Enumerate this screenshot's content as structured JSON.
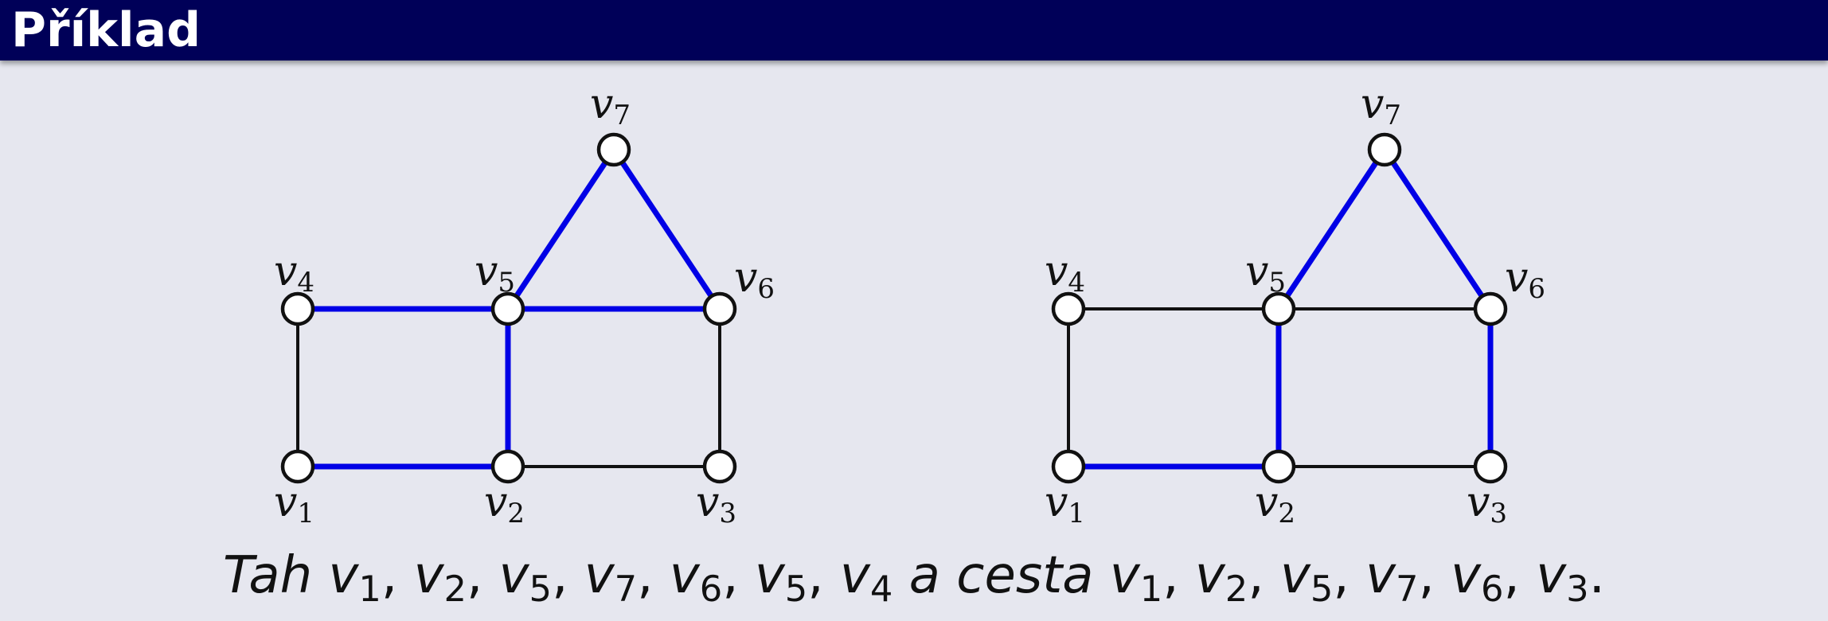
{
  "title": "Příklad",
  "colors": {
    "header_bg": "#000058",
    "background": "#e6e7ef",
    "highlight_edge": "#0000e6",
    "normal_edge": "#111111",
    "node_fill": "#ffffff"
  },
  "vertices": [
    {
      "id": "v1",
      "label": "v",
      "sub": "1"
    },
    {
      "id": "v2",
      "label": "v",
      "sub": "2"
    },
    {
      "id": "v3",
      "label": "v",
      "sub": "3"
    },
    {
      "id": "v4",
      "label": "v",
      "sub": "4"
    },
    {
      "id": "v5",
      "label": "v",
      "sub": "5"
    },
    {
      "id": "v6",
      "label": "v",
      "sub": "6"
    },
    {
      "id": "v7",
      "label": "v",
      "sub": "7"
    }
  ],
  "edges": [
    [
      "v1",
      "v2"
    ],
    [
      "v2",
      "v3"
    ],
    [
      "v1",
      "v4"
    ],
    [
      "v2",
      "v5"
    ],
    [
      "v3",
      "v6"
    ],
    [
      "v4",
      "v5"
    ],
    [
      "v5",
      "v6"
    ],
    [
      "v5",
      "v7"
    ],
    [
      "v6",
      "v7"
    ]
  ],
  "graphs": [
    {
      "name": "tah",
      "highlight": [
        [
          "v1",
          "v2"
        ],
        [
          "v2",
          "v5"
        ],
        [
          "v5",
          "v7"
        ],
        [
          "v7",
          "v6"
        ],
        [
          "v6",
          "v5"
        ],
        [
          "v5",
          "v4"
        ]
      ]
    },
    {
      "name": "cesta",
      "highlight": [
        [
          "v1",
          "v2"
        ],
        [
          "v2",
          "v5"
        ],
        [
          "v5",
          "v7"
        ],
        [
          "v7",
          "v6"
        ],
        [
          "v6",
          "v3"
        ]
      ]
    }
  ],
  "caption": {
    "walk_word": "Tah",
    "walk_seq": [
      "1",
      "2",
      "5",
      "7",
      "6",
      "5",
      "4"
    ],
    "connector": "a cesta",
    "path_seq": [
      "1",
      "2",
      "5",
      "7",
      "6",
      "3"
    ],
    "end": "."
  }
}
